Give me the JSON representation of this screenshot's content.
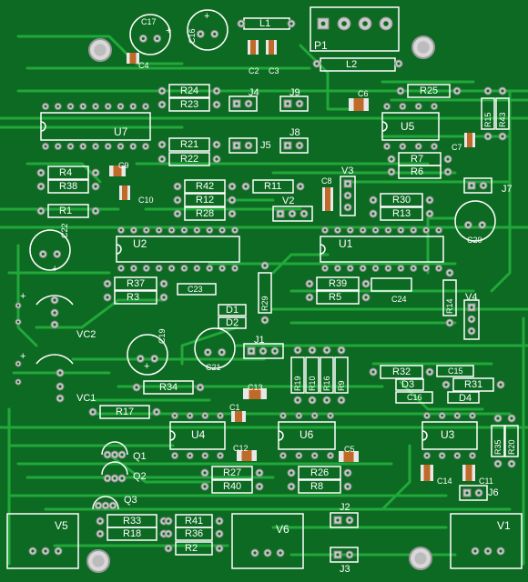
{
  "board": {
    "colors": {
      "substrate": "#0d6a22",
      "trace": "#21a83a",
      "silkscreen": "#ffffff",
      "pad": "#c9c9c9",
      "smd_body": "#c06a2a",
      "smd_cap": "#e8e8e8"
    },
    "refdes": {
      "L1": "L1",
      "L2": "L2",
      "P1": "P1",
      "C17": "C17",
      "C16": "C16",
      "C4": "C4",
      "C2": "C2",
      "C3": "C3",
      "R24": "R24",
      "R23": "R23",
      "J4": "J4",
      "J9": "J9",
      "C6": "C6",
      "R25": "R25",
      "R15": "R15",
      "R43": "R43",
      "U7": "U7",
      "U5": "U5",
      "C7": "C7",
      "R21": "R21",
      "R22": "R22",
      "J5": "J5",
      "J8": "J8",
      "R7": "R7",
      "R6": "R6",
      "R4": "R4",
      "C9": "C9",
      "V3": "V3",
      "R38": "R38",
      "R42": "R42",
      "R11": "R11",
      "C8": "C8",
      "J7": "J7",
      "R12": "R12",
      "C10": "C10",
      "V2": "V2",
      "R30": "R30",
      "R1": "R1",
      "R28": "R28",
      "R13": "R13",
      "C20": "C20",
      "C22": "C22",
      "U2": "U2",
      "U1": "U1",
      "R37": "R37",
      "C23": "C23",
      "R39": "R39",
      "R14": "R14",
      "R3": "R3",
      "R29": "R29",
      "R5": "R5",
      "C24": "C24",
      "V4": "V4",
      "D1": "D1",
      "D2": "D2",
      "VC2": "VC2",
      "C19": "C19",
      "C21": "C21",
      "J1": "J1",
      "R32": "R32",
      "C15": "C15",
      "R19": "R19",
      "R10": "R10",
      "R16": "R16",
      "R9": "R9",
      "D3": "D3",
      "R31": "R31",
      "VC1": "VC1",
      "R34": "R34",
      "C13": "C13",
      "C16b": "C16",
      "D4": "D4",
      "C1": "C1",
      "R17": "R17",
      "U4": "U4",
      "U6": "U6",
      "U3": "U3",
      "R35": "R35",
      "R20": "R20",
      "C12": "C12",
      "C5": "C5",
      "Q1": "Q1",
      "Q2": "Q2",
      "C14": "C14",
      "C11": "C11",
      "R27": "R27",
      "R26": "R26",
      "R40": "R40",
      "R8": "R8",
      "J6": "J6",
      "Q3": "Q3",
      "J2": "J2",
      "V5": "V5",
      "R33": "R33",
      "R41": "R41",
      "V6": "V6",
      "V1": "V1",
      "R18": "R18",
      "R36": "R36",
      "R2": "R2",
      "J3": "J3"
    },
    "polarity": {
      "plus": "+"
    }
  }
}
